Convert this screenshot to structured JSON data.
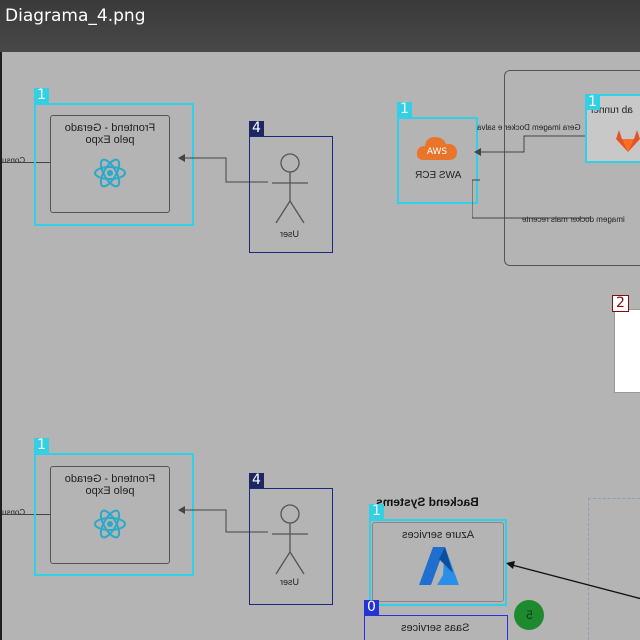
{
  "window": {
    "title": "Diagrama_4.png"
  },
  "diagram": {
    "frontend_label": "Frontend - Gerado pelo Expo",
    "user_label": "User",
    "consumer_stub": "Consu",
    "aws_badge": "AWS",
    "aws_ecr_label": "AWS ECR",
    "runner_label": "GitLab runner",
    "runner_truncated": "ab runner",
    "arrow_generate_image": "Gera imagem Docker e salva",
    "arrow_latest_image": "Usa imagem docker mais recente",
    "arrow_latest_image_truncated": "imagem docker mais recente",
    "backend_title": "Backend Systems",
    "azure_label": "Azure services",
    "saas_label": "Saas services",
    "green_badge": "5"
  },
  "annotations": {
    "frontend_top": "1",
    "user_top": "4",
    "aws_ecr": "1",
    "gitlab_runner": "1",
    "right_panel": "2",
    "frontend_bottom": "1",
    "user_bottom": "4",
    "azure": "1",
    "saas": "0"
  },
  "colors": {
    "annotation_cyan": "#2fd0e8",
    "annotation_navy": "#1c2762",
    "annotation_blue": "#2433d6",
    "canvas_gray": "#b4b4b4",
    "aws_orange": "#e8752a",
    "react_blue": "#2aa9c9",
    "azure_blue": "#1f6fd1",
    "gitlab_orange": "#e2532b",
    "badge_green": "#1e8a2e"
  }
}
